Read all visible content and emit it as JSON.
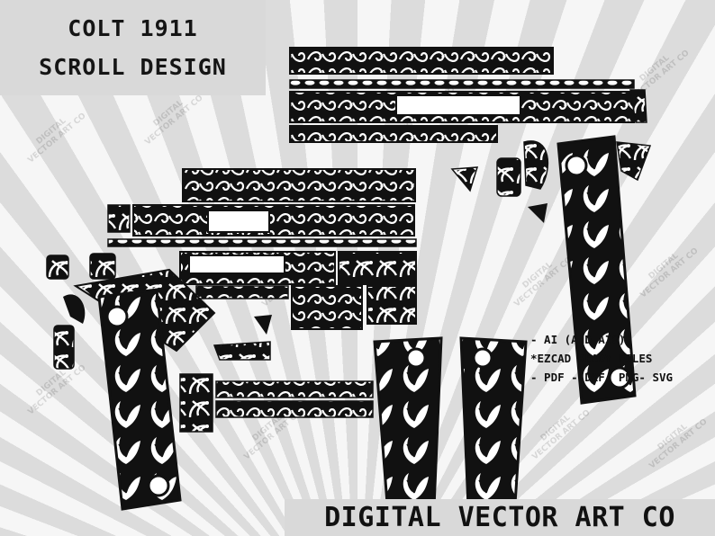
{
  "title": {
    "line1": "COLT 1911",
    "line2": "SCROLL DESIGN"
  },
  "brand": "DIGITAL VECTOR ART CO",
  "formats": [
    "- AI (AND AI8)",
    "*EZCAD READY FILES",
    "- PDF - DXF- PNG- SVG"
  ],
  "watermark": {
    "line1": "DIGITAL",
    "line2": "VECTOR ART CO"
  },
  "colors": {
    "ink": "#111111",
    "panel": "#d9d9d9",
    "background": "#ececec"
  }
}
